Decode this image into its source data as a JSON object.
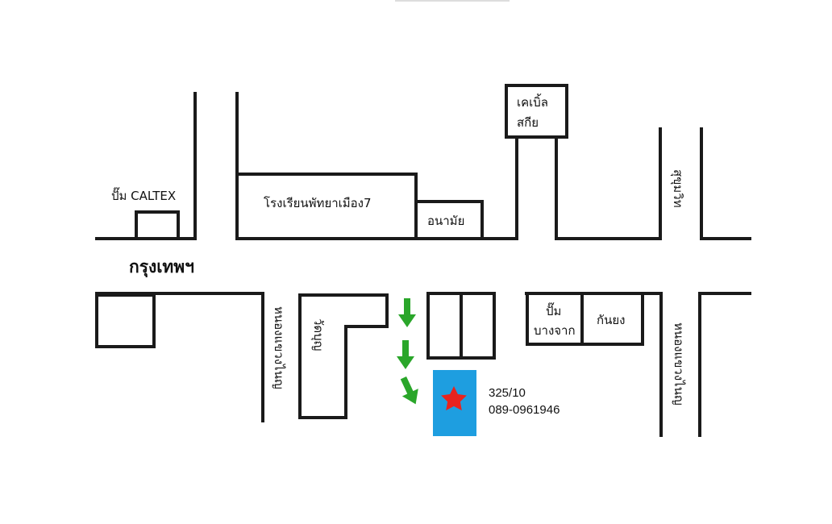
{
  "roads": {
    "main_road": "กรุงเทพฯ",
    "soi_left": "หนองแขวงไนญ",
    "soi_right": "หนองแขวงไนญ",
    "soi_top_right": "สุขุมวิท"
  },
  "landmarks": {
    "caltex": "ปั๊ม CALTEX",
    "school": "โรงเรียนพัทยาเมือง7",
    "health_center": "อนามัย",
    "cable_line1": "เคเบิ้ล",
    "cable_line2": "สกีย",
    "temple": "วัดบุญ",
    "bangchak_line1": "ปั๊ม",
    "bangchak_line2": "บางจาก",
    "kanyong": "กันยง"
  },
  "destination": {
    "house_number": "325/10",
    "phone": "089-0961946"
  },
  "colors": {
    "destination_fill": "#1e9ee0",
    "star": "#e8231e",
    "arrow": "#2aa62a",
    "ink": "#1a1a1a"
  },
  "icons": {
    "destination_marker": "star-icon",
    "direction": "arrow-down-icon"
  }
}
